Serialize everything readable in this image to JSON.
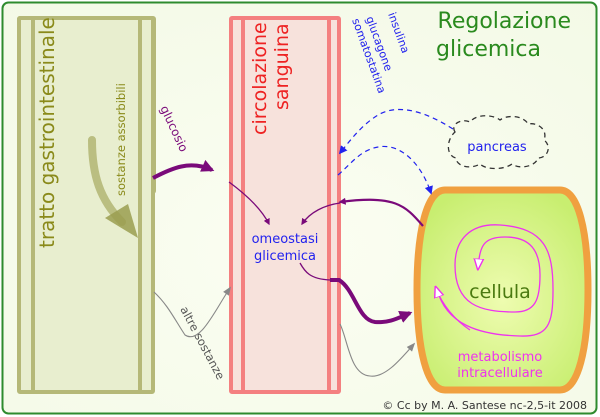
{
  "title": {
    "line1": "Regolazione",
    "line2": "glicemica"
  },
  "compartments": {
    "gut": {
      "label": "tratto gastrointestinale",
      "sublabel": "sostanze assorbibili"
    },
    "blood": {
      "line1": "circolazione",
      "line2": "sanguina"
    },
    "cell": {
      "label": "cellula",
      "meta1": "metabolismo",
      "meta2": "intracellulare"
    }
  },
  "nodes": {
    "homeostasis": {
      "line1": "omeostasi",
      "line2": "glicemica"
    },
    "pancreas": {
      "label": "pancreas"
    }
  },
  "edge_labels": {
    "glucose": "glucosio",
    "other": "altre sostanze",
    "hormones": [
      "insulina",
      "glucagone",
      "somatostatina"
    ]
  },
  "credit": "© Cc by M. A. Santese nc-2,5-it 2008",
  "colors": {
    "frame": "#2e8b2e",
    "title": "#2a8a1e",
    "gut": "#b5b878",
    "gut_text": "#8a8a1a",
    "blood": "#f48080",
    "blood_text": "#ee2222",
    "cell_border": "#f0a040",
    "cell_fill": "#ccf07a",
    "cell_text": "#4a7a10",
    "metabolism": "#ee33ee",
    "glucose": "#7a0a7a",
    "hormone": "#2222ee",
    "other": "#888888"
  }
}
